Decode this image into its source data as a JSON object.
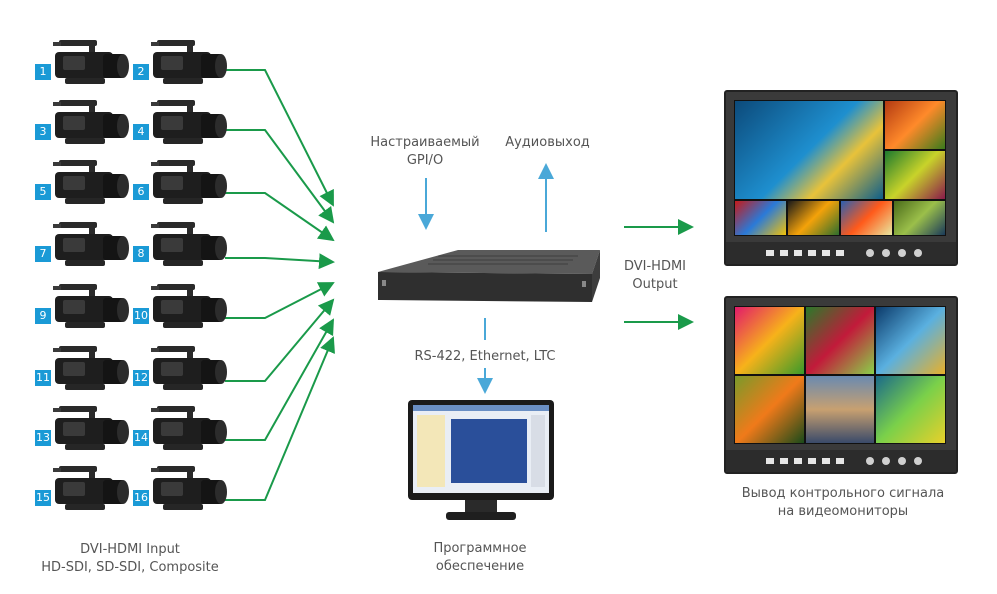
{
  "inputs": {
    "camera_numbers": [
      "1",
      "2",
      "3",
      "4",
      "5",
      "6",
      "7",
      "8",
      "9",
      "10",
      "11",
      "12",
      "13",
      "14",
      "15",
      "16"
    ],
    "label_line1": "DVI-HDMI Input",
    "label_line2": "HD-SDI, SD-SDI, Composite"
  },
  "device": {
    "gpio_line1": "Настраиваемый",
    "gpio_line2": "GPI/O",
    "audio_out": "Аудиовыход",
    "control": "RS-422, Ethernet, LTC"
  },
  "output": {
    "line1": "DVI-HDMI",
    "line2": "Output"
  },
  "software": {
    "line1": "Программное",
    "line2": "обеспечение"
  },
  "monitors": {
    "line1": "Вывод контрольного сигнала",
    "line2": "на видеомониторы"
  },
  "colors": {
    "badge": "#1a9ad6",
    "green_arrow": "#1a9a4a",
    "blue_arrow": "#4aa8d8"
  }
}
